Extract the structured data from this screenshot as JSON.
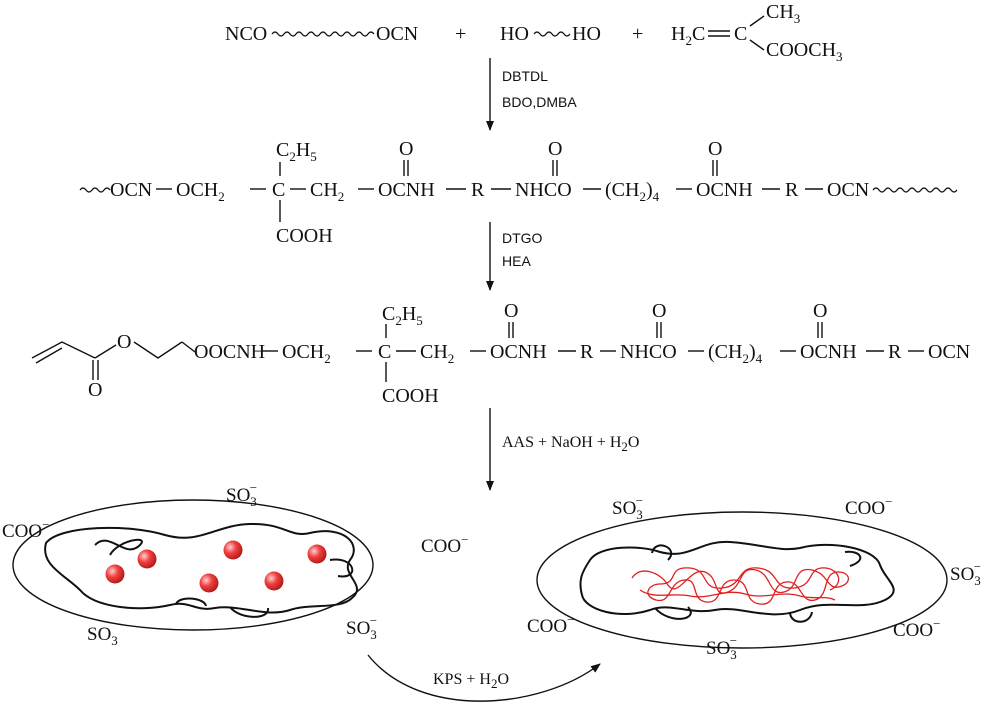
{
  "reactants": {
    "diisocyanate_left": "NCO",
    "diisocyanate_right": "OCN",
    "plus1": "+",
    "diol_left": "HO",
    "diol_right": "HO",
    "plus2": "+",
    "mma_ch2": "H",
    "mma_ch2_sub": "2",
    "mma_ch2_c": "C",
    "mma_c": "C",
    "mma_ch3": "CH",
    "mma_ch3_sub": "3",
    "mma_ester": "COOCH",
    "mma_ester_sub": "3"
  },
  "step1": {
    "line1": "DBTDL",
    "line2": "BDO,DMBA"
  },
  "prepolymer": {
    "ethyl": "C",
    "ethyl_sub1": "2",
    "ethyl_h": "H",
    "ethyl_sub2": "5",
    "carbonyl_o": "O",
    "carboxyl": "COOH",
    "main": [
      "OCN",
      "OCH",
      "C",
      "CH",
      "OCNH",
      "R",
      "NHCO",
      "(CH",
      "OCNH",
      "R",
      "OCN"
    ],
    "ch2_sub": "2",
    "ch2_4_sub": "4"
  },
  "step2": {
    "line1": "DTGO",
    "line2": "HEA"
  },
  "macromer": {
    "ester_o": "O",
    "ester_co": "O",
    "seg1": "OOCNH",
    "main": [
      "OCH",
      "C",
      "CH",
      "OCNH",
      "R",
      "NHCO",
      "(CH",
      "OCNH",
      "R",
      "OCN"
    ],
    "ethyl": "C",
    "ethyl_sub1": "2",
    "ethyl_h": "H",
    "ethyl_sub2": "5",
    "carboxyl": "COOH",
    "carbonyl_o": "O"
  },
  "step3": {
    "text": "AAS + NaOH + H",
    "sub": "2",
    "tail": "O"
  },
  "particle_left": {
    "labels": [
      {
        "text": "SO",
        "sub": "3",
        "sup": "−"
      },
      {
        "text": "COO",
        "sub": "",
        "sup": "−"
      },
      {
        "text": "COO",
        "sub": "",
        "sup": "−"
      },
      {
        "text": "SO",
        "sub": "3",
        "sup": ""
      },
      {
        "text": "SO",
        "sub": "3",
        "sup": "−"
      }
    ]
  },
  "particle_right": {
    "labels": [
      {
        "text": "SO",
        "sub": "3",
        "sup": "−"
      },
      {
        "text": "COO",
        "sub": "",
        "sup": "−"
      },
      {
        "text": "SO",
        "sub": "3",
        "sup": "−"
      },
      {
        "text": "COO",
        "sub": "",
        "sup": "−"
      },
      {
        "text": "COO",
        "sub": "",
        "sup": "−"
      },
      {
        "text": "SO",
        "sub": "3",
        "sup": "−"
      }
    ]
  },
  "step4": {
    "text": "KPS + H",
    "sub": "2",
    "tail": "O"
  },
  "colors": {
    "ink": "#111111",
    "droplet": "#e53030",
    "polymer_chain": "#e02020"
  }
}
